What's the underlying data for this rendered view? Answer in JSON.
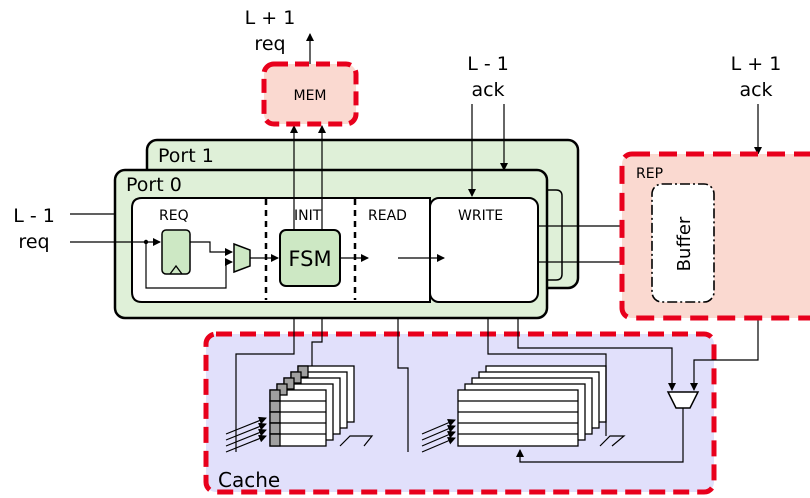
{
  "labels": {
    "mem_req_top": "L + 1",
    "mem_req_bottom": "req",
    "mem": "MEM",
    "ack_in_top": "L - 1",
    "ack_in_bottom": "ack",
    "ack_out_top": "L + 1",
    "ack_out_bottom": "ack",
    "req_in_top": "L - 1",
    "req_in_bottom": "req",
    "port1": "Port 1",
    "port0": "Port 0",
    "stage_req": "REQ",
    "stage_init": "INIT",
    "stage_read": "READ",
    "stage_write": "WRITE",
    "fsm": "FSM",
    "rep": "REP",
    "buffer": "Buffer",
    "cache": "Cache"
  },
  "colors": {
    "port_fill": "#dff0d8",
    "fsm_fill": "#cde8c4",
    "mem_fill": "#fad9d0",
    "rep_fill": "#fad9d0",
    "cache_fill": "#e1e0fb",
    "dashed_border": "#e8001c",
    "tag_fill": "#a0a0a0",
    "line": "#000000"
  }
}
